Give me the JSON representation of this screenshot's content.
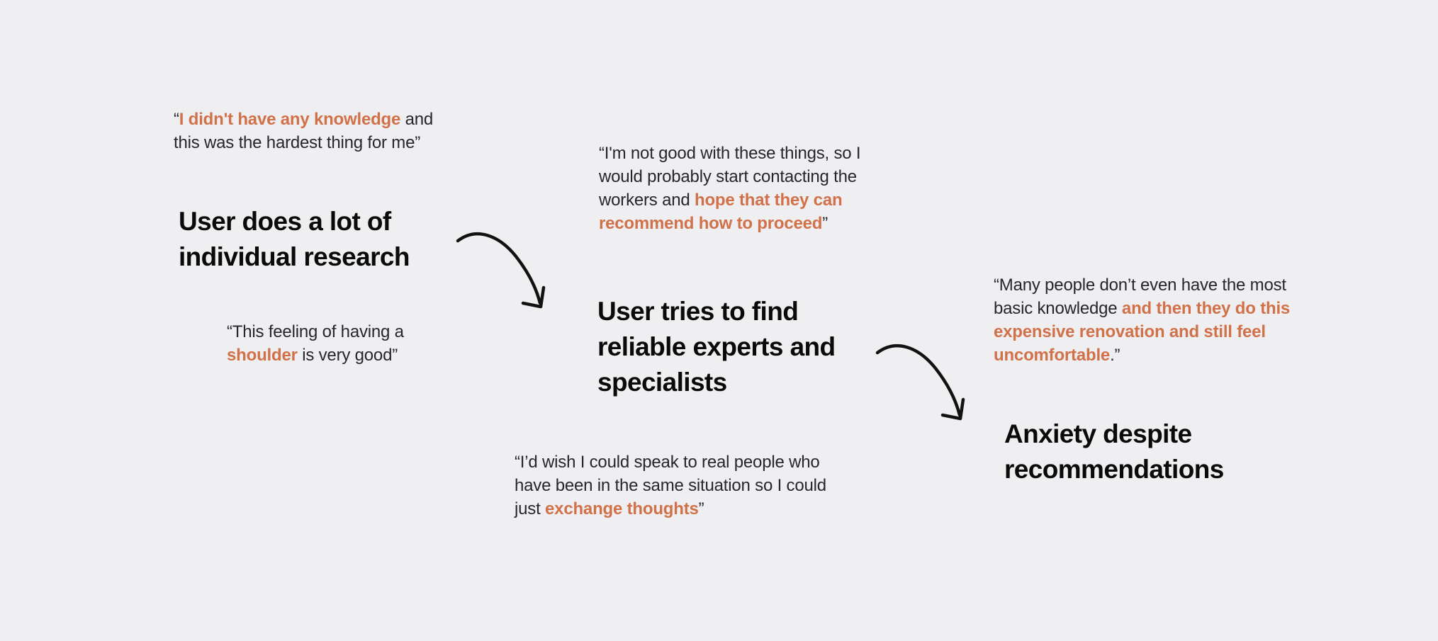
{
  "colors": {
    "background": "#EFEFF1",
    "quote_text": "#26262B",
    "heading_text": "#0A0A0A",
    "highlight": "#D1714A",
    "arrow": "#121212"
  },
  "journey": {
    "stages": [
      {
        "title": "User does a lot of individual research"
      },
      {
        "title": "User tries to find reliable experts and specialists"
      },
      {
        "title": "Anxiety despite recommendations"
      }
    ],
    "quotes": [
      {
        "pre": "“",
        "highlight": "I didn't have any knowledge",
        "post": " and this was the hardest thing for me”"
      },
      {
        "pre": "“I'm not good with these things, so I would probably start contacting the workers and ",
        "highlight": "hope that they can recommend how to proceed",
        "post": "”"
      },
      {
        "pre": "“This feeling of having a ",
        "highlight": "shoulder",
        "post": " is very good”"
      },
      {
        "pre": "“I’d wish I could speak to real people who have been in the same situation so I could just ",
        "highlight": "exchange thoughts",
        "post": "”"
      },
      {
        "pre": "“Many people don’t even have the most basic knowledge ",
        "highlight": "and then they do this expensive renovation and still feel uncomfortable",
        "post": ".”"
      }
    ]
  }
}
